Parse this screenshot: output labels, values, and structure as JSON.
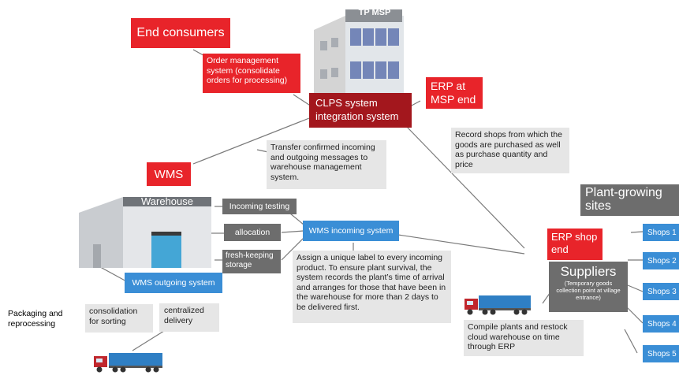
{
  "diagram": {
    "end_consumers": "End consumers",
    "order_mgmt": "Order management system (consolidate orders for processing)",
    "tp_msp": "TP MSP",
    "erp_msp": "ERP at MSP end",
    "clps": "CLPS system integration system",
    "wms": "WMS",
    "transfer_note": "Transfer confirmed incoming and outgoing messages to warehouse management system.",
    "record_note": "Record shops from which the goods are purchased as well as purchase quantity and price",
    "warehouse": "Warehouse",
    "incoming_testing": "Incoming testing",
    "allocation": "allocation",
    "fresh_keeping": "fresh-keeping storage",
    "wms_incoming": "WMS incoming system",
    "wms_outgoing": "WMS outgoing system",
    "assign_note": "Assign a unique label to every incoming product. To ensure plant survival, the system records the plant’s time of arrival and arranges for those that have been in the warehouse for more than 2 days to be delivered first.",
    "packaging": "Packaging and reprocessing",
    "consolidation": "consolidation for sorting",
    "centralized": "centralized delivery",
    "compile_note": "Compile plants and restock cloud warehouse on time through ERP",
    "plant_sites": "Plant-growing sites",
    "erp_shop": "ERP shop end",
    "suppliers": "Suppliers",
    "suppliers_sub": "(Temporary goods collection point at village entrance)",
    "shops": [
      "Shops 1",
      "Shops 2",
      "Shops 3",
      "Shops 4",
      "Shops 5"
    ]
  },
  "colors": {
    "red": "#e8242a",
    "dark_red": "#a3171d",
    "blue": "#3a8ed6",
    "gray_box": "#e6e6e6",
    "dark_gray": "#6d6d6d"
  },
  "icons": [
    "msp-building-icon",
    "warehouse-building-icon",
    "delivery-truck-icon"
  ]
}
